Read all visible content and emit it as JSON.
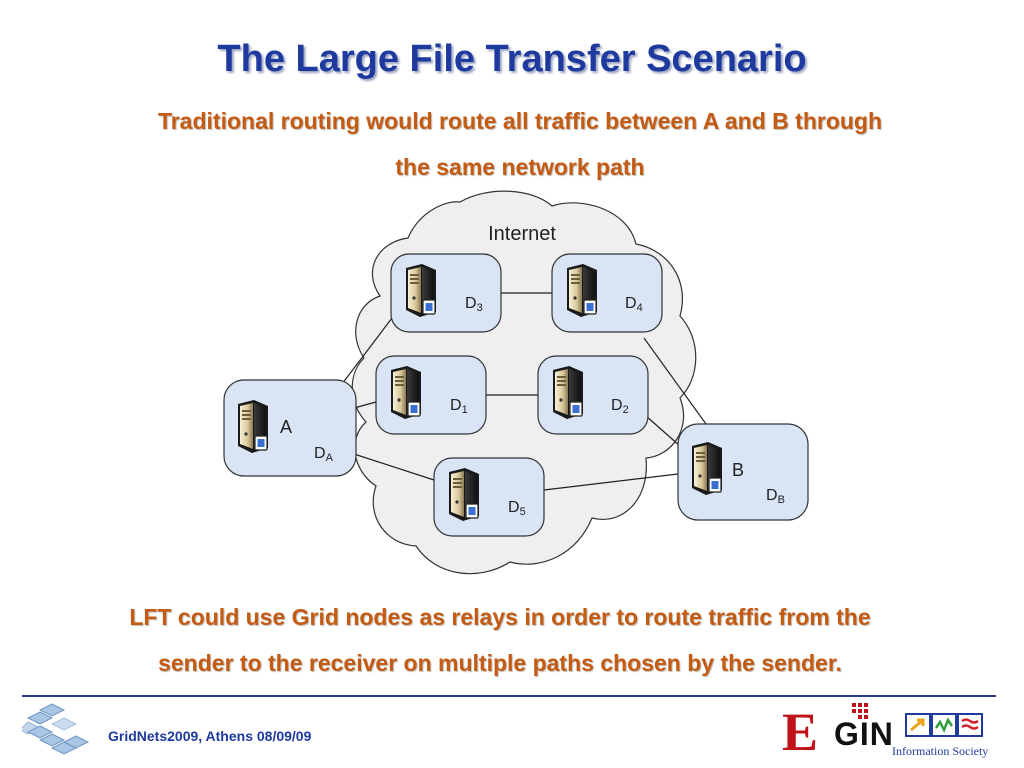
{
  "slide": {
    "title": "The Large File Transfer Scenario",
    "subtitle_line1": "Traditional routing would route all traffic between A and B through",
    "subtitle_line2": "the same network path",
    "bottom_line1": "LFT could use Grid nodes as relays in order to route traffic from the",
    "bottom_line2": "sender  to the receiver on multiple paths chosen by the sender."
  },
  "diagram": {
    "cloud_label": "Internet",
    "nodes": [
      {
        "id": "D3",
        "letter": "",
        "name": "D",
        "sub": "3"
      },
      {
        "id": "D4",
        "letter": "",
        "name": "D",
        "sub": "4"
      },
      {
        "id": "D1",
        "letter": "",
        "name": "D",
        "sub": "1"
      },
      {
        "id": "D2",
        "letter": "",
        "name": "D",
        "sub": "2"
      },
      {
        "id": "A",
        "letter": "A",
        "name": "D",
        "sub": "A"
      },
      {
        "id": "D5",
        "letter": "",
        "name": "D",
        "sub": "5"
      },
      {
        "id": "B",
        "letter": "B",
        "name": "D",
        "sub": "B"
      }
    ]
  },
  "footer": {
    "text": "GridNets2009, Athens 08/09/09",
    "logo_egin_letters": "E",
    "logo_egin_rest": "GIN",
    "logo_is_text": "Information Society"
  },
  "colors": {
    "title": "#1f3a9e",
    "accent_orange": "#c55a11",
    "node_fill": "#d9e4f5",
    "cloud_fill": "#efefef"
  }
}
